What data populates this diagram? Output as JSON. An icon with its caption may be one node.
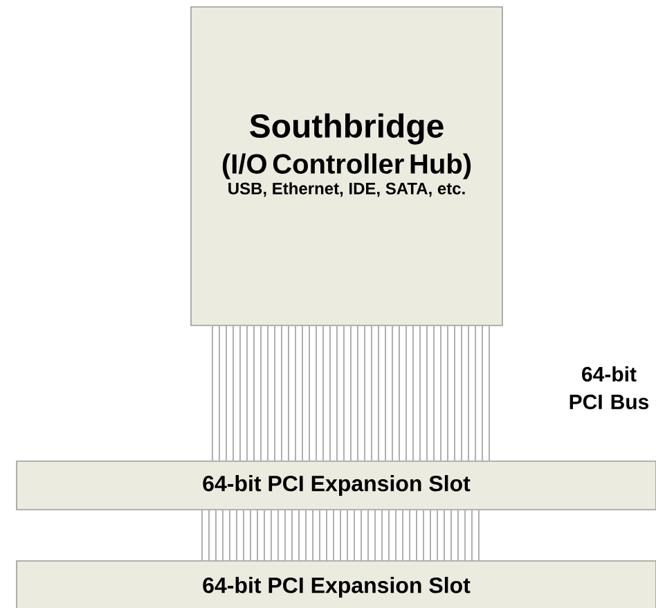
{
  "diagram": {
    "nodes": [
      {
        "text": [
          "Southbridge",
          "(I/O Controller Hub)",
          "USB, Ethernet, IDE, SATA, etc."
        ]
      },
      {
        "text": [
          "64-bit PCI Expansion Slot"
        ]
      },
      {
        "text": [
          "64-bit PCI Expansion Slot"
        ]
      }
    ],
    "edges": [
      {
        "from": 0,
        "to": 1,
        "arrow": "none"
      },
      {
        "from": 1,
        "to": 2,
        "arrow": "none"
      }
    ],
    "labels": [
      "64-bit PCI Bus"
    ]
  }
}
